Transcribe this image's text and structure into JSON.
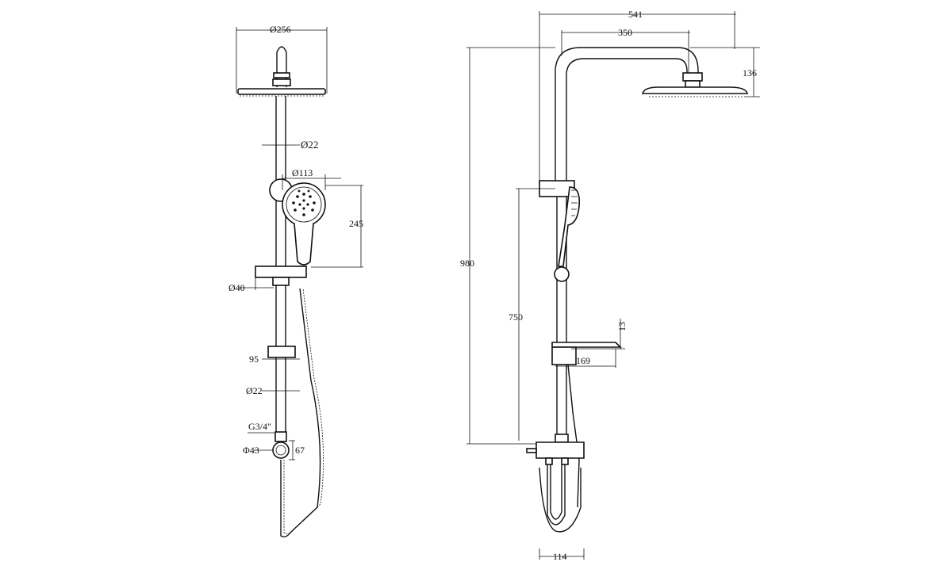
{
  "front_view": {
    "head_diameter": "Ø256",
    "pipe_diameter_top": "Ø22",
    "handshower_diameter": "Ø113",
    "handshower_length": "245",
    "holder_diameter": "Ø40",
    "soap_dish_width": "95",
    "pipe_diameter_bottom": "Ø22",
    "thread_size": "G3/4\"",
    "outlet_diameter": "Φ43",
    "outlet_height": "67"
  },
  "side_view": {
    "total_width": "541",
    "arm_reach": "350",
    "head_height": "136",
    "total_height": "980",
    "slider_height": "750",
    "shelf_thickness": "13",
    "shelf_depth": "169",
    "base_width": "114"
  }
}
